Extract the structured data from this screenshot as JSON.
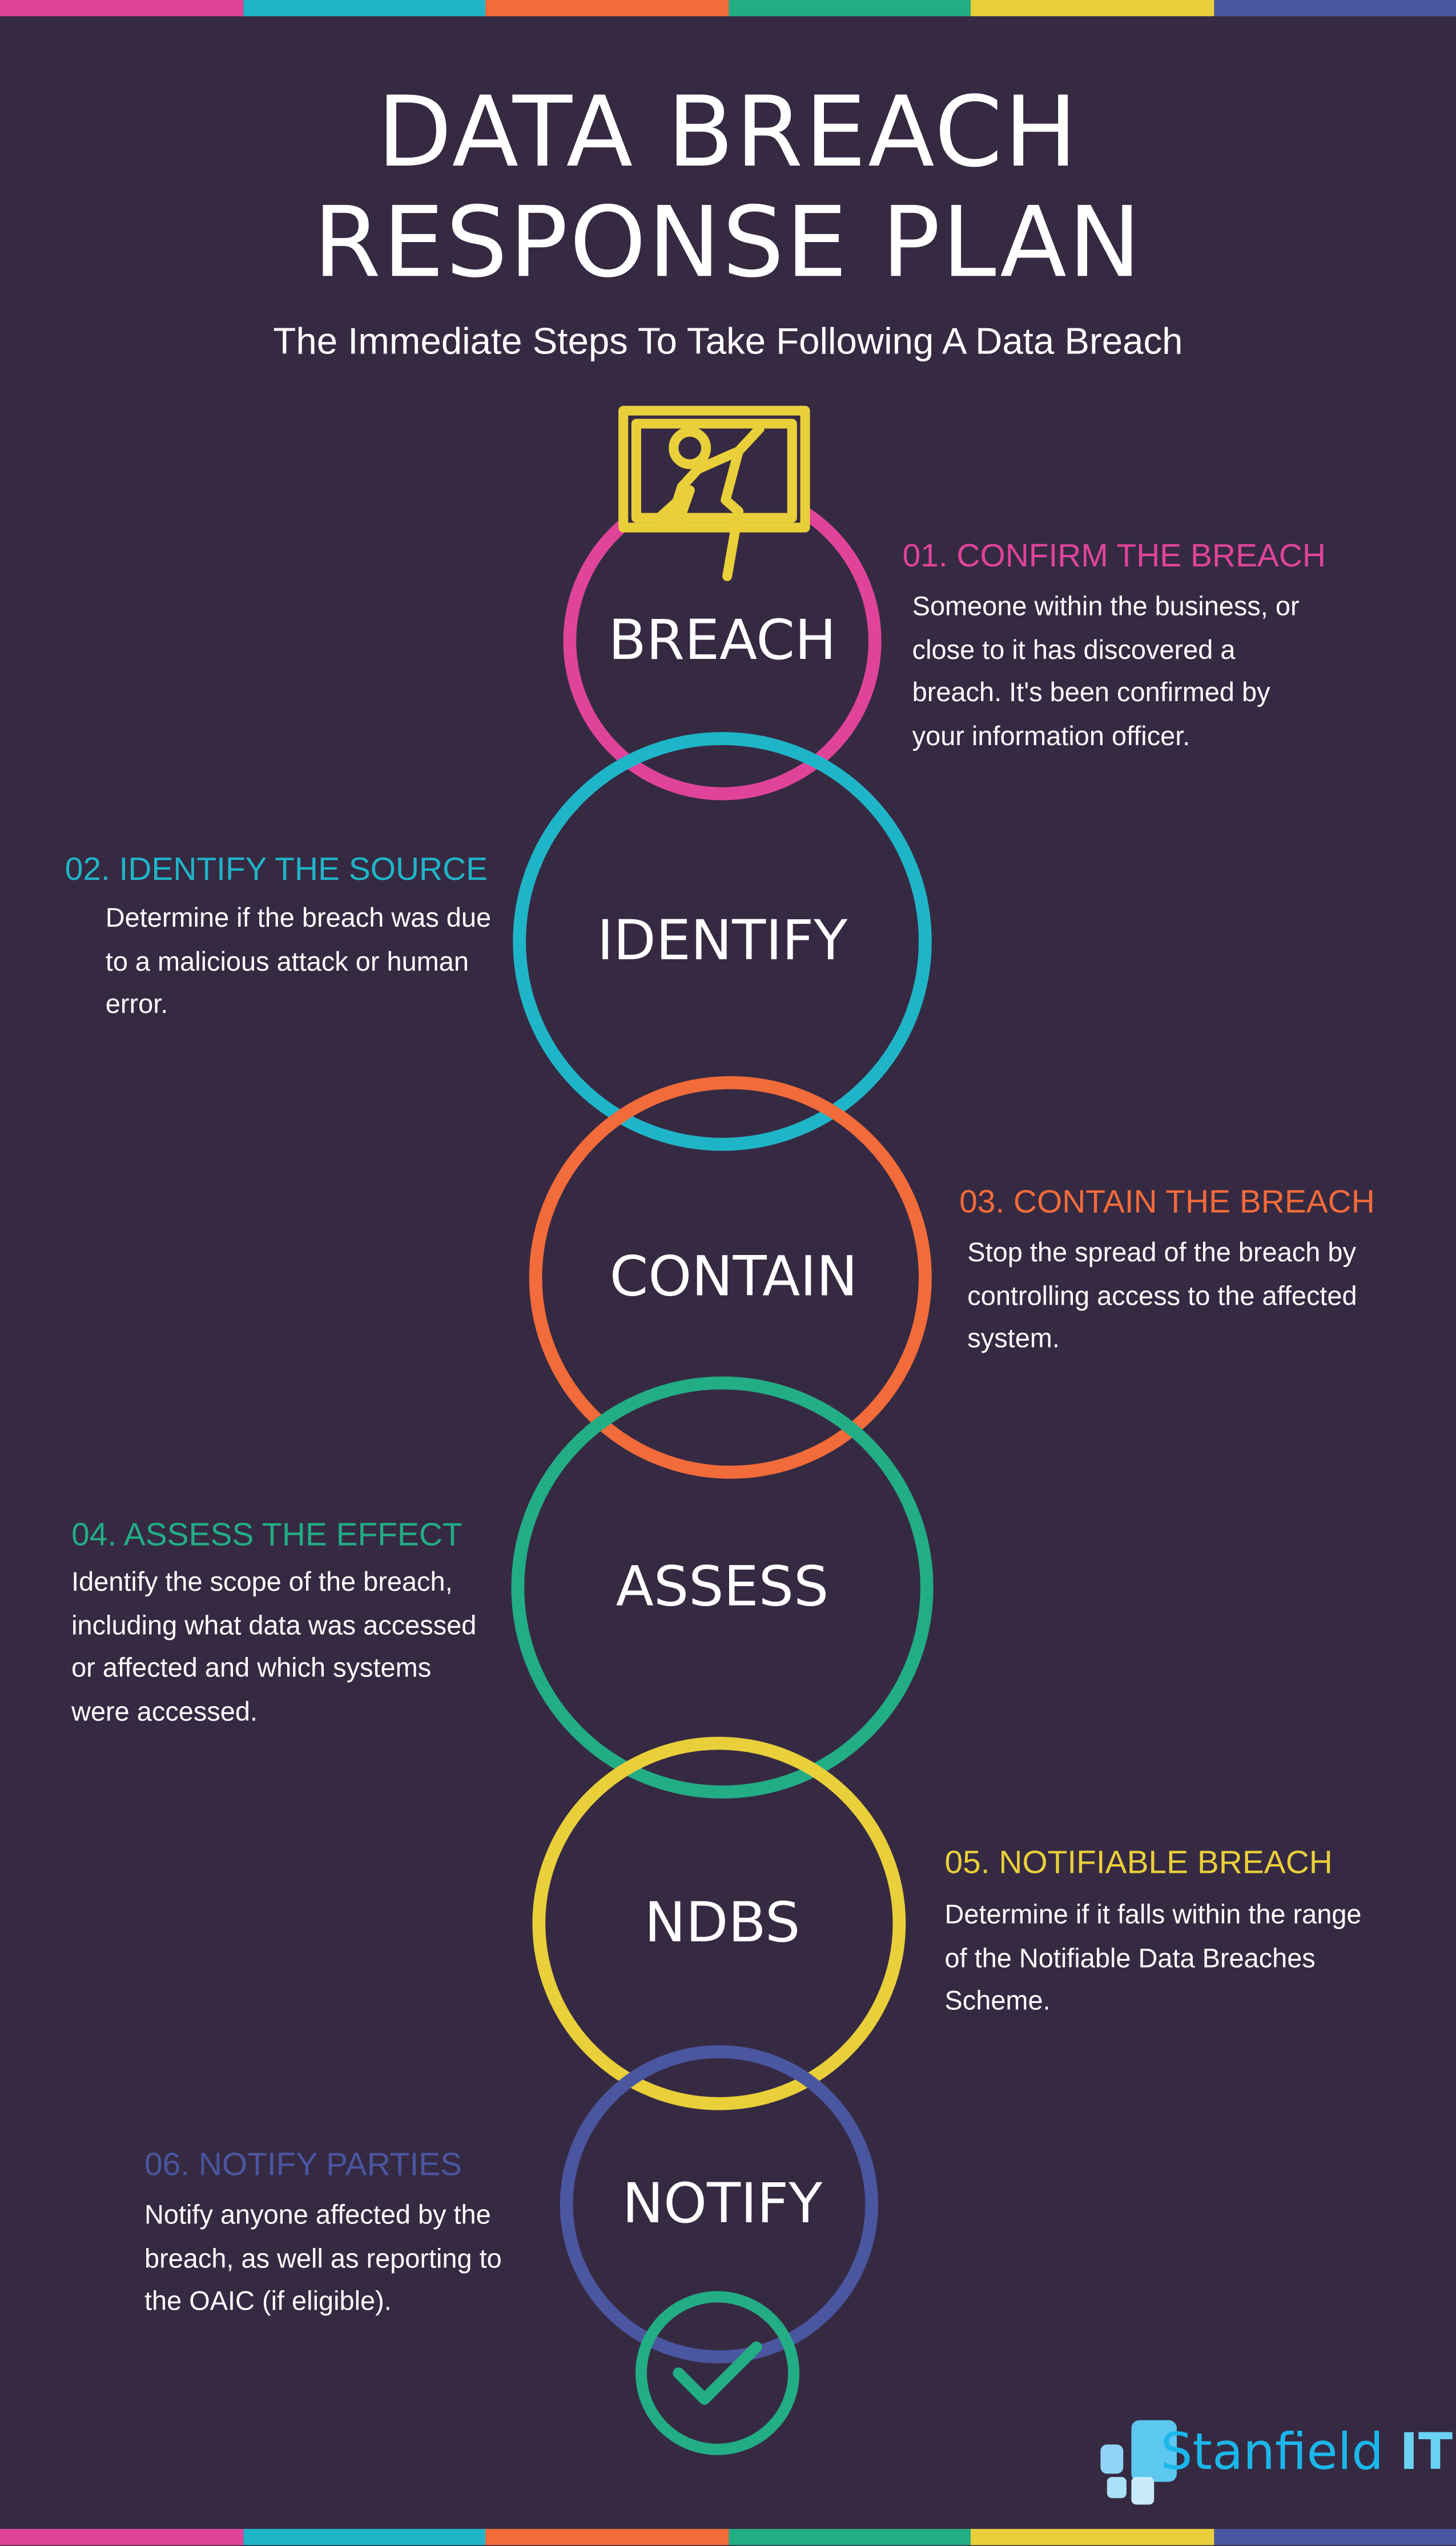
{
  "colors": {
    "background": "#362a42",
    "pink": "#e0449a",
    "teal": "#1fb5c8",
    "orange": "#f26b3a",
    "green": "#22ad85",
    "yellow": "#e9cf3a",
    "blue": "#4a56a0",
    "logo": "#1bb7ea"
  },
  "title": {
    "line1": "DATA BREACH",
    "line2": "RESPONSE PLAN",
    "subtitle": "The Immediate Steps To Take Following A Data Breach"
  },
  "steps": [
    {
      "circle": "BREACH",
      "heading": "01. CONFIRM THE BREACH",
      "text": "Someone within the business, or close to it has discovered a breach. It's been confirmed by your information officer."
    },
    {
      "circle": "IDENTIFY",
      "heading": "02. IDENTIFY THE SOURCE",
      "text": "Determine if the breach was due to a malicious attack or human error."
    },
    {
      "circle": "CONTAIN",
      "heading": "03. CONTAIN THE BREACH",
      "text": "Stop the spread of the breach by controlling access to the affected system."
    },
    {
      "circle": "ASSESS",
      "heading": "04. ASSESS THE EFFECT",
      "text": "Identify the scope of the breach, including what data was accessed or affected and which systems were accessed."
    },
    {
      "circle": "NDBS",
      "heading": "05. NOTIFIABLE BREACH",
      "text": "Determine if it falls within the range of the Notifiable Data Breaches Scheme."
    },
    {
      "circle": "NOTIFY",
      "heading": "06. NOTIFY PARTIES",
      "text": "Notify anyone affected by the breach, as well as reporting to the OAIC (if eligible)."
    }
  ],
  "logo": {
    "text": "Stanfield",
    "suffix": "IT"
  }
}
